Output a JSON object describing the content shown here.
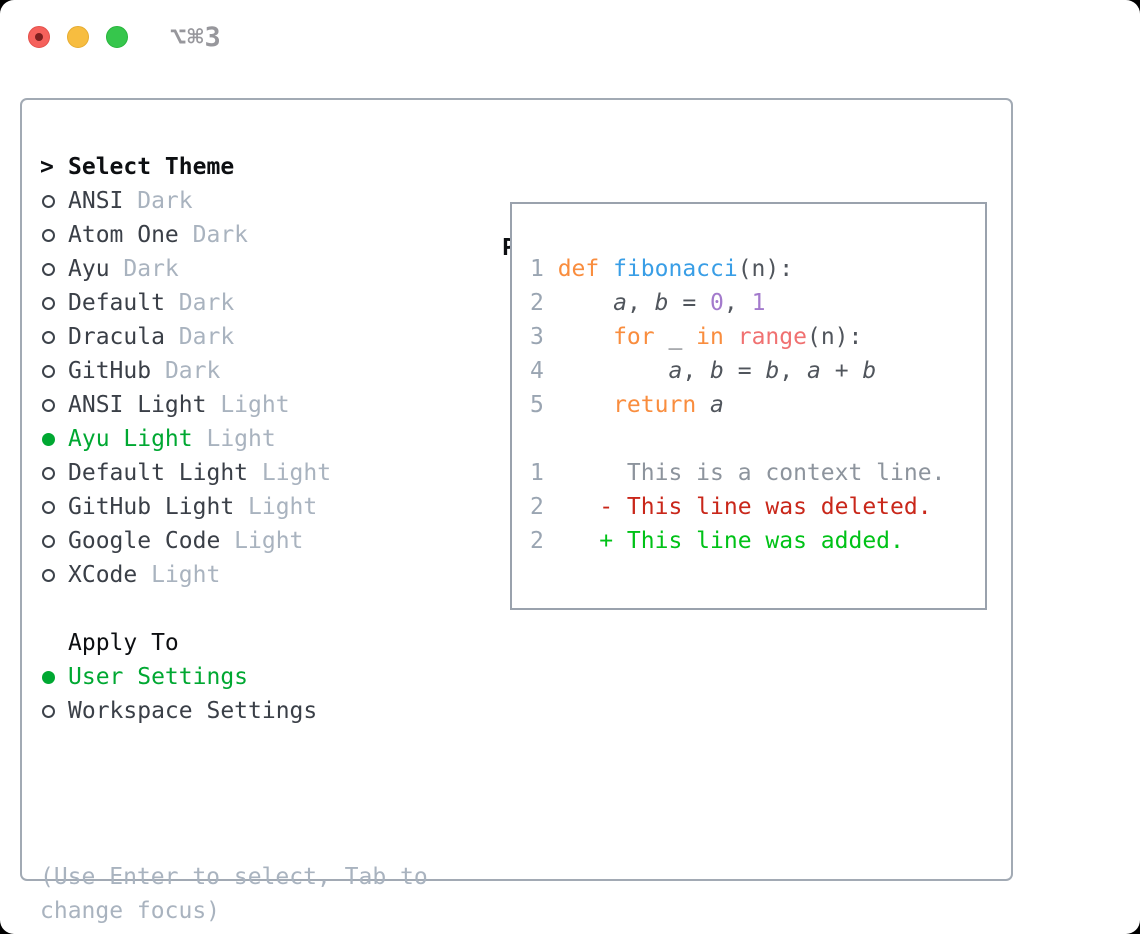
{
  "window": {
    "title": "⌥⌘3",
    "traffic_lights": {
      "close": "#f5615c",
      "minimize": "#f7bd40",
      "zoom": "#36c64c"
    }
  },
  "theme_picker": {
    "header_prefix": ">",
    "header": "Select Theme",
    "items": [
      {
        "name": "ANSI",
        "variant": "Dark",
        "selected": false
      },
      {
        "name": "Atom One",
        "variant": "Dark",
        "selected": false
      },
      {
        "name": "Ayu",
        "variant": "Dark",
        "selected": false
      },
      {
        "name": "Default",
        "variant": "Dark",
        "selected": false
      },
      {
        "name": "Dracula",
        "variant": "Dark",
        "selected": false
      },
      {
        "name": "GitHub",
        "variant": "Dark",
        "selected": false
      },
      {
        "name": "ANSI Light",
        "variant": "Light",
        "selected": false
      },
      {
        "name": "Ayu Light",
        "variant": "Light",
        "selected": true
      },
      {
        "name": "Default Light",
        "variant": "Light",
        "selected": false
      },
      {
        "name": "GitHub Light",
        "variant": "Light",
        "selected": false
      },
      {
        "name": "Google Code",
        "variant": "Light",
        "selected": false
      },
      {
        "name": "XCode",
        "variant": "Light",
        "selected": false
      }
    ]
  },
  "apply_to": {
    "header": "Apply To",
    "options": [
      {
        "label": "User Settings",
        "selected": true
      },
      {
        "label": "Workspace Settings",
        "selected": false
      }
    ]
  },
  "hint": "(Use Enter to select, Tab to change focus)",
  "preview": {
    "header": "Preview",
    "code_lines": [
      {
        "num": "1",
        "tokens": [
          {
            "t": "def ",
            "c": "kw"
          },
          {
            "t": "fibonacci",
            "c": "fn"
          },
          {
            "t": "(n):",
            "c": "pl"
          }
        ]
      },
      {
        "num": "2",
        "tokens": [
          {
            "t": "    ",
            "c": "pl"
          },
          {
            "t": "a",
            "c": "var"
          },
          {
            "t": ", ",
            "c": "pl"
          },
          {
            "t": "b",
            "c": "var"
          },
          {
            "t": " = ",
            "c": "pl"
          },
          {
            "t": "0",
            "c": "num"
          },
          {
            "t": ", ",
            "c": "pl"
          },
          {
            "t": "1",
            "c": "num"
          }
        ]
      },
      {
        "num": "3",
        "tokens": [
          {
            "t": "    ",
            "c": "pl"
          },
          {
            "t": "for",
            "c": "kw"
          },
          {
            "t": " _ ",
            "c": "pl"
          },
          {
            "t": "in",
            "c": "kw"
          },
          {
            "t": " ",
            "c": "pl"
          },
          {
            "t": "range",
            "c": "sp"
          },
          {
            "t": "(n):",
            "c": "pl"
          }
        ]
      },
      {
        "num": "4",
        "tokens": [
          {
            "t": "        ",
            "c": "pl"
          },
          {
            "t": "a",
            "c": "var"
          },
          {
            "t": ", ",
            "c": "pl"
          },
          {
            "t": "b",
            "c": "var"
          },
          {
            "t": " = ",
            "c": "pl"
          },
          {
            "t": "b",
            "c": "var"
          },
          {
            "t": ", ",
            "c": "pl"
          },
          {
            "t": "a",
            "c": "var"
          },
          {
            "t": " + ",
            "c": "pl"
          },
          {
            "t": "b",
            "c": "var"
          }
        ]
      },
      {
        "num": "5",
        "tokens": [
          {
            "t": "    ",
            "c": "pl"
          },
          {
            "t": "return ",
            "c": "kw"
          },
          {
            "t": "a",
            "c": "var"
          }
        ]
      }
    ],
    "diff_lines": [
      {
        "num": "1",
        "text": "     This is a context line.",
        "kind": "context"
      },
      {
        "num": "2",
        "text": "   - This line was deleted.",
        "kind": "deleted"
      },
      {
        "num": "2",
        "text": "   + This line was added.",
        "kind": "added"
      }
    ]
  },
  "colors": {
    "selection_green": "#00a832",
    "added_green": "#00c217",
    "deleted_red": "#c9271a",
    "keyword_orange": "#f98d3e",
    "function_blue": "#399ee6",
    "number_purple": "#a37acc",
    "special_coral": "#f07171",
    "muted_gray": "#a9b3bf",
    "line_number_gray": "#9aa5b2",
    "panel_border": "#a2aab4"
  }
}
